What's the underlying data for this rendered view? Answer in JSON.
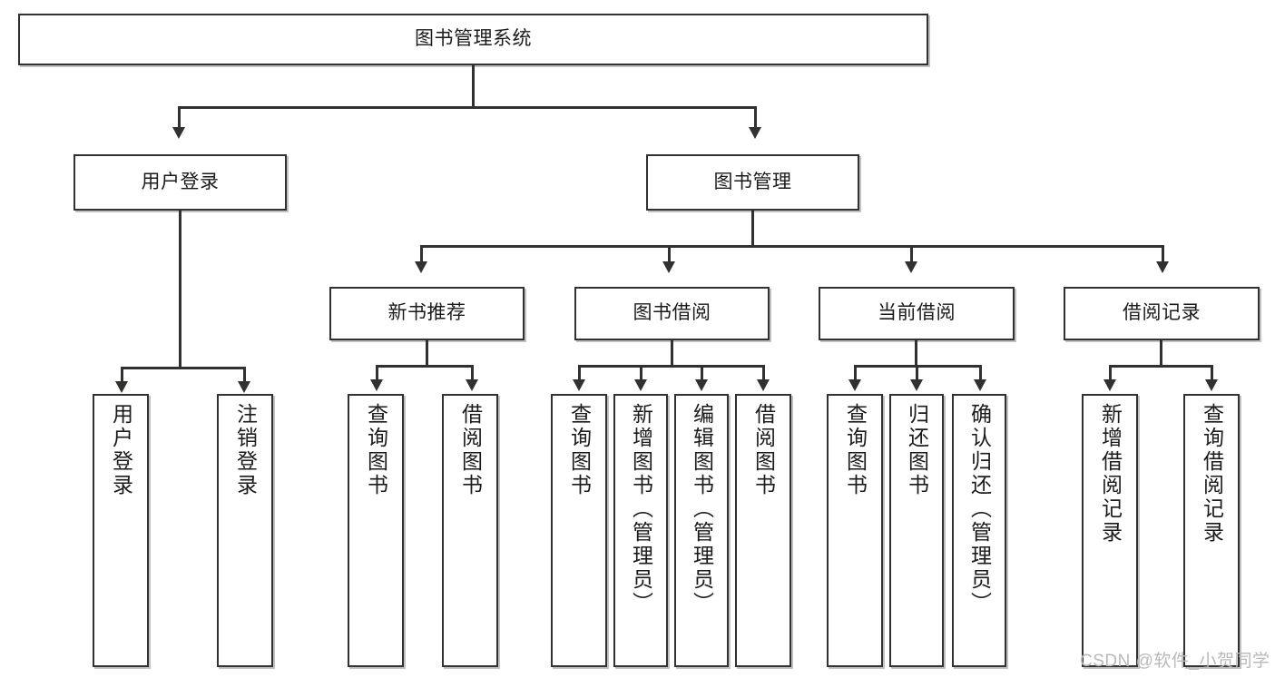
{
  "diagram": {
    "type": "tree-hierarchy-chart",
    "title": "图书管理系统",
    "root": {
      "label": "图书管理系统"
    },
    "level1": [
      {
        "label": "用户登录"
      },
      {
        "label": "图书管理"
      }
    ],
    "level2": [
      {
        "label": "新书推荐"
      },
      {
        "label": "图书借阅"
      },
      {
        "label": "当前借阅"
      },
      {
        "label": "借阅记录"
      }
    ],
    "leaves": {
      "user_login": [
        {
          "label": "用户登录"
        },
        {
          "label": "注销登录"
        }
      ],
      "new_book_recommend": [
        {
          "label": "查询图书"
        },
        {
          "label": "借阅图书"
        }
      ],
      "book_borrow": [
        {
          "label": "查询图书"
        },
        {
          "label": "新增图书（管理员）"
        },
        {
          "label": "编辑图书（管理员）"
        },
        {
          "label": "借阅图书"
        }
      ],
      "current_borrow": [
        {
          "label": "查询图书"
        },
        {
          "label": "归还图书"
        },
        {
          "label": "确认归还（管理员）"
        }
      ],
      "borrow_record": [
        {
          "label": "新增借阅记录"
        },
        {
          "label": "查询借阅记录"
        }
      ]
    }
  },
  "watermark": {
    "text": "CSDN @软件_小贺同学"
  },
  "colors": {
    "stroke": "#33312f",
    "fill": "#ffffff",
    "text": "#1b1b1b",
    "watermark": "#b9b9b9"
  }
}
